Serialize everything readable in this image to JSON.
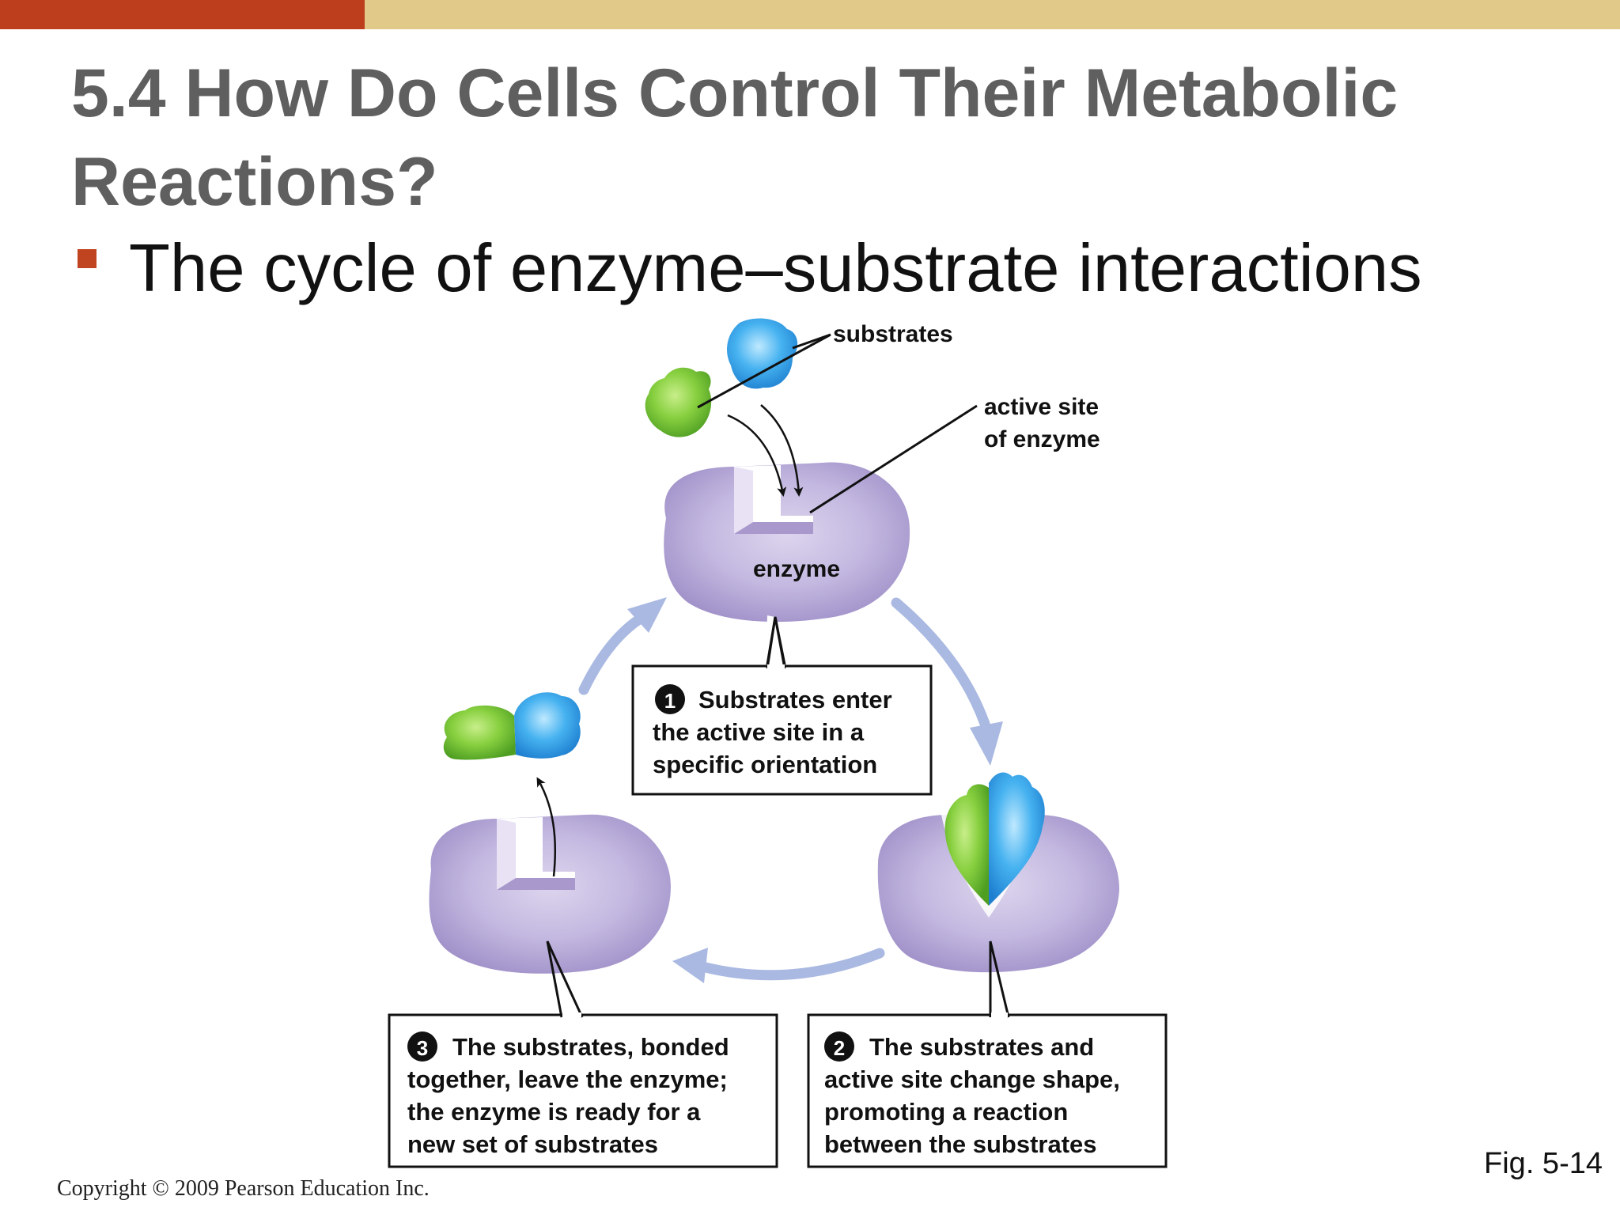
{
  "slide": {
    "title_line1": "5.4 How Do Cells Control Their Metabolic",
    "title_line2": "Reactions?",
    "bullet": "The cycle of enzyme–substrate interactions",
    "copyright": "Copyright © 2009 Pearson Education Inc.",
    "figure_ref": "Fig. 5-14",
    "colors": {
      "top_bar_left": "#bd3e1c",
      "top_bar_right": "#e1c98a",
      "title": "#5f5f5f",
      "bullet_square": "#c0441f",
      "enzyme": "#b4a6d6",
      "substrate_green": "#7ccb3c",
      "substrate_blue": "#3aa6e8",
      "cycle_arrow": "#aab9e2"
    }
  },
  "diagram": {
    "labels": {
      "substrates": "substrates",
      "active_site_line1": "active site",
      "active_site_line2": "of enzyme",
      "enzyme": "enzyme"
    },
    "steps": [
      {
        "number": "1",
        "lines": [
          "Substrates enter",
          "the active site in a",
          "specific orientation"
        ]
      },
      {
        "number": "2",
        "lines": [
          "The substrates and",
          "active site change shape,",
          "promoting a reaction",
          "between the substrates"
        ]
      },
      {
        "number": "3",
        "lines": [
          "The substrates, bonded",
          "together, leave the enzyme;",
          "the enzyme is ready for a",
          "new set of substrates"
        ]
      }
    ]
  }
}
